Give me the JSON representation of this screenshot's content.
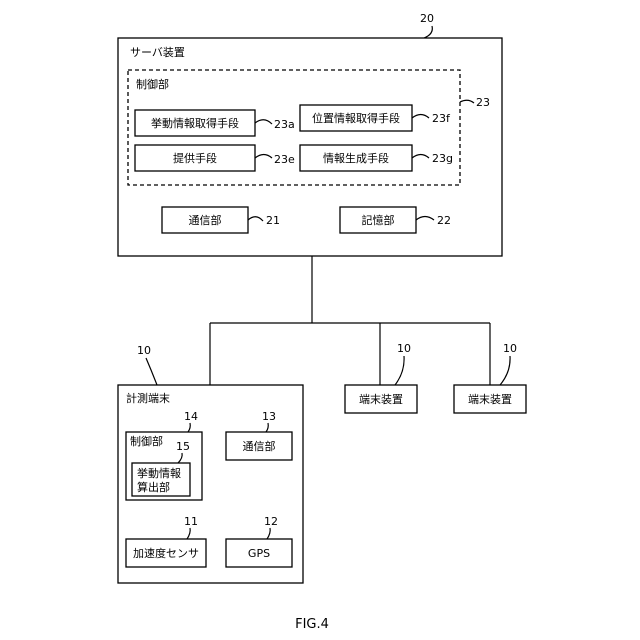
{
  "server": {
    "ref": "20",
    "title": "サーバ装置",
    "control": {
      "ref": "23",
      "title": "制御部",
      "behavior_acquire": {
        "label": "挙動情報取得手段",
        "ref": "23a"
      },
      "position_acquire": {
        "label": "位置情報取得手段",
        "ref": "23f"
      },
      "provide": {
        "label": "提供手段",
        "ref": "23e"
      },
      "info_generate": {
        "label": "情報生成手段",
        "ref": "23g"
      }
    },
    "comm": {
      "label": "通信部",
      "ref": "21"
    },
    "storage": {
      "label": "記憶部",
      "ref": "22"
    }
  },
  "measuring_terminal": {
    "ref": "10",
    "title": "計測端末",
    "control": {
      "ref": "14",
      "title": "制御部",
      "calc": {
        "ref": "15",
        "label_line1": "挙動情報",
        "label_line2": "算出部"
      }
    },
    "comm": {
      "label": "通信部",
      "ref": "13"
    },
    "accel": {
      "label": "加速度センサ",
      "ref": "11"
    },
    "gps": {
      "label": "GPS",
      "ref": "12"
    }
  },
  "terminal_a": {
    "label": "端末装置",
    "ref": "10"
  },
  "terminal_b": {
    "label": "端末装置",
    "ref": "10"
  },
  "caption": "FIG.4"
}
